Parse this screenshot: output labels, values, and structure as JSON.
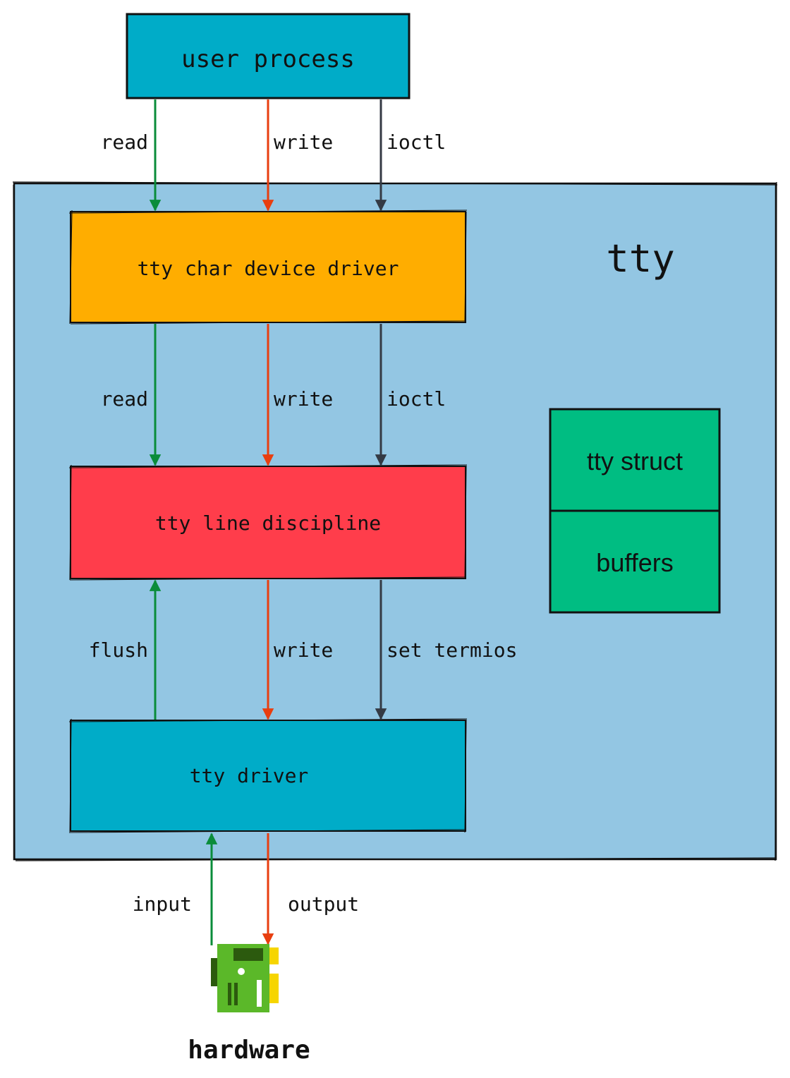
{
  "colors": {
    "user_process": "#00ACC8",
    "tty_container": "#93C6E3",
    "char_driver": "#FFAD00",
    "line_discipline": "#FF3D4B",
    "tty_driver": "#00ACC8",
    "tty_struct": "#00BD82",
    "read_arrow": "#0A8C3A",
    "write_arrow": "#E83E0F",
    "ioctl_arrow": "#343A44",
    "hardware_board": "#5BB829",
    "hardware_dark": "#2C5A0E",
    "hardware_pins": "#F6D500"
  },
  "nodes": {
    "user_process": "user process",
    "tty_container": "tty",
    "char_driver": "tty char device driver",
    "line_discipline": "tty line discipline",
    "tty_driver": "tty driver",
    "tty_struct": "tty struct",
    "buffers": "buffers",
    "hardware": "hardware"
  },
  "icons": {
    "hardware": "circuit-board-icon"
  },
  "edges": {
    "user_to_char": {
      "read": "read",
      "write": "write",
      "ioctl": "ioctl"
    },
    "char_to_ldisc": {
      "read": "read",
      "write": "write",
      "ioctl": "ioctl"
    },
    "ldisc_driver": {
      "flush": "flush",
      "write": "write",
      "set_termios": "set termios"
    },
    "driver_hardware": {
      "input": "input",
      "output": "output"
    }
  }
}
